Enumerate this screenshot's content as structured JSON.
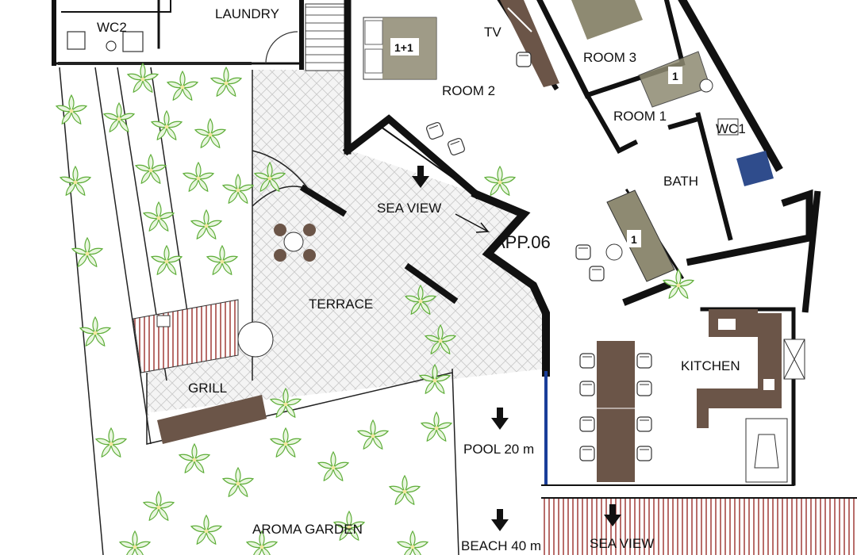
{
  "plan": {
    "labels": {
      "laundry": "LAUNDRY",
      "wc2": "WC2",
      "tv": "TV",
      "room2": "ROOM 2",
      "room3": "ROOM 3",
      "room1": "ROOM 1",
      "wc1": "WC1",
      "bath": "BATH",
      "sea_view_top": "SEA VIEW",
      "app": "APP.06",
      "terrace": "TERRACE",
      "kitchen": "KITCHEN",
      "grill": "GRILL",
      "pool": "POOL 20 m",
      "aroma_garden": "AROMA GARDEN",
      "beach": "BEACH 40 m",
      "sea_view_bottom": "SEA VIEW"
    },
    "beds": {
      "room2_bed": "1+1",
      "room1_bed": "1",
      "sofa_bed": "1"
    },
    "colors": {
      "wall": "#111111",
      "furniture": "#6b5548",
      "bed": "#8e8a72",
      "deck": "#b86d6a",
      "plant": "#5fae3a",
      "bath_blue": "#2f4c8c"
    },
    "icons": {
      "arrow": "down-arrow-icon",
      "plant": "plant-icon"
    }
  }
}
